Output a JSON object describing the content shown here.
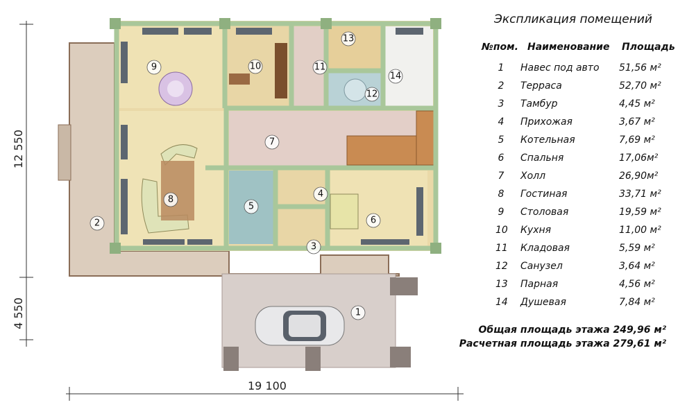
{
  "dimensions": {
    "height_main": "12 550",
    "height_carport": "4 550",
    "width": "19 100"
  },
  "plan_labels": [
    "1",
    "2",
    "3",
    "4",
    "5",
    "6",
    "7",
    "8",
    "9",
    "10",
    "11",
    "12",
    "13",
    "14"
  ],
  "legend": {
    "title": "Экспликация помещений",
    "headers": {
      "no": "№пом.",
      "name": "Наименование",
      "area": "Площадь"
    },
    "rows": [
      {
        "no": "1",
        "name": "Навес под авто",
        "area": "51,56 м²"
      },
      {
        "no": "2",
        "name": "Терраса",
        "area": "52,70 м²"
      },
      {
        "no": "3",
        "name": "Тамбур",
        "area": "4,45 м²"
      },
      {
        "no": "4",
        "name": "Прихожая",
        "area": "3,67 м²"
      },
      {
        "no": "5",
        "name": "Котельная",
        "area": "7,69 м²"
      },
      {
        "no": "6",
        "name": "Спальня",
        "area": "17,06м²"
      },
      {
        "no": "7",
        "name": "Холл",
        "area": "26,90м²"
      },
      {
        "no": "8",
        "name": "Гостиная",
        "area": "33,71 м²"
      },
      {
        "no": "9",
        "name": "Столовая",
        "area": "19,59 м²"
      },
      {
        "no": "10",
        "name": "Кухня",
        "area": "11,00 м²"
      },
      {
        "no": "11",
        "name": "Кладовая",
        "area": "5,59 м²"
      },
      {
        "no": "12",
        "name": "Санузел",
        "area": "3,64 м²"
      },
      {
        "no": "13",
        "name": "Парная",
        "area": "4,56 м²"
      },
      {
        "no": "14",
        "name": "Душевая",
        "area": "7,84 м²"
      }
    ],
    "total_floor": "Общая площадь этажа 249,96 м²",
    "total_calc": "Расчетная площадь этажа 279,61 м²"
  },
  "colors": {
    "wall": "#a9c79a",
    "wall_edge": "#6f8f63",
    "floor_wood": "#ead9a8",
    "floor_hall": "#e3cfc8",
    "terrace": "#dccdbd",
    "tile": "#9fc2c4",
    "carport": "#d8cfcb"
  }
}
